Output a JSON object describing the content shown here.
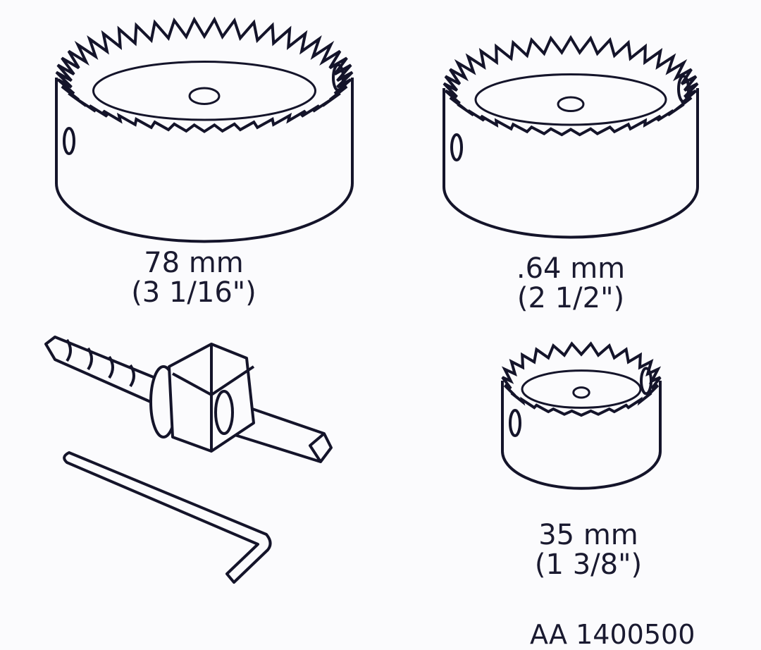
{
  "items": [
    {
      "name": "hole-saw-78",
      "size_mm": "78 mm",
      "size_in": "(3 1/16\")"
    },
    {
      "name": "hole-saw-64",
      "size_mm": ".64 mm",
      "size_in": "(2 1/2\")"
    },
    {
      "name": "hole-saw-35",
      "size_mm": "35 mm",
      "size_in": "(1 3/8\")"
    }
  ],
  "accessories": [
    "arbor-with-pilot-drill",
    "hex-key"
  ],
  "part_code": "AA 1400500",
  "colors": {
    "ink": "#14142a",
    "paper": "#fbfbfd"
  }
}
